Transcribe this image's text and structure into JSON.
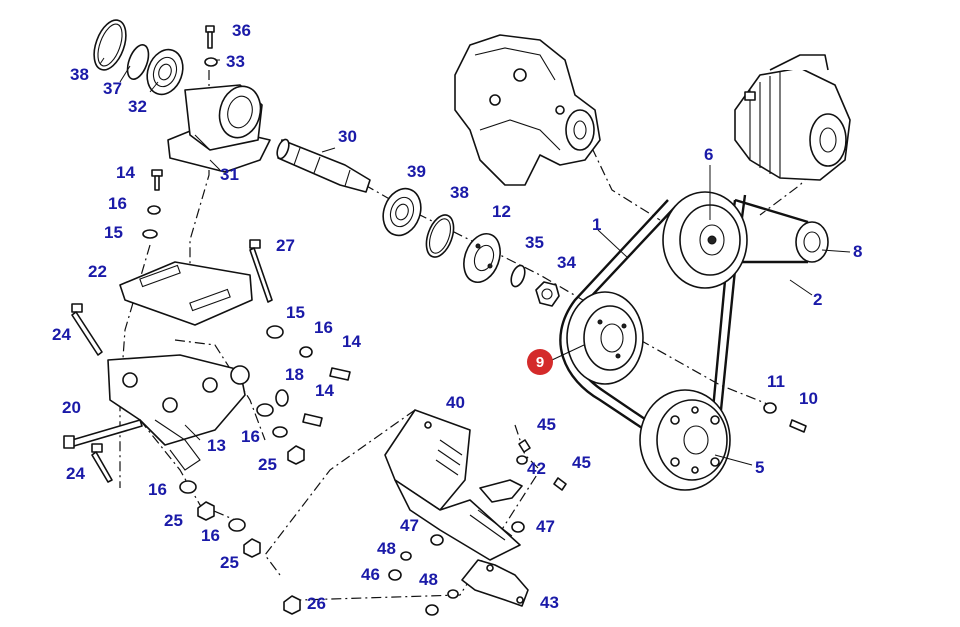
{
  "diagram": {
    "highlighted_part": "9",
    "highlight_color": "#d42b2b",
    "callout_color": "#1a1aa8",
    "callouts": [
      "36",
      "33",
      "38",
      "37",
      "32",
      "30",
      "14",
      "16",
      "31",
      "39",
      "38",
      "15",
      "12",
      "35",
      "34",
      "1",
      "6",
      "27",
      "22",
      "15",
      "16",
      "14",
      "8",
      "2",
      "24",
      "18",
      "14",
      "9",
      "11",
      "10",
      "20",
      "40",
      "16",
      "13",
      "45",
      "25",
      "24",
      "42",
      "45",
      "16",
      "25",
      "47",
      "47",
      "5",
      "16",
      "25",
      "48",
      "46",
      "48",
      "43",
      "26"
    ]
  }
}
